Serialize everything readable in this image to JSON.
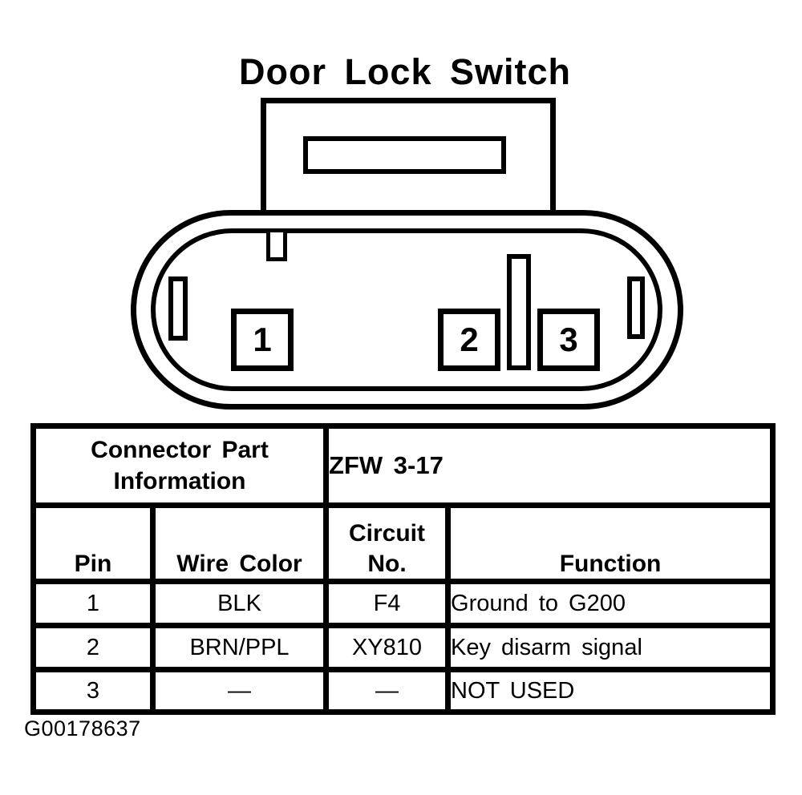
{
  "title": "Door Lock Switch",
  "figure_id": "G00178637",
  "connector": {
    "pins": [
      {
        "label": "1"
      },
      {
        "label": "2"
      },
      {
        "label": "3"
      }
    ]
  },
  "table": {
    "part_info_label": "Connector Part Information",
    "part_number": "ZFW 3-17",
    "columns": [
      "Pin",
      "Wire Color",
      "Circuit No.",
      "Function"
    ],
    "rows": [
      {
        "pin": "1",
        "wire_color": "BLK",
        "circuit_no": "F4",
        "function": "Ground to G200"
      },
      {
        "pin": "2",
        "wire_color": "BRN/PPL",
        "circuit_no": "XY810",
        "function": "Key disarm signal"
      },
      {
        "pin": "3",
        "wire_color": "—",
        "circuit_no": "—",
        "function": "NOT USED"
      }
    ]
  },
  "colors": {
    "ink": "#000000",
    "paper": "#ffffff"
  }
}
